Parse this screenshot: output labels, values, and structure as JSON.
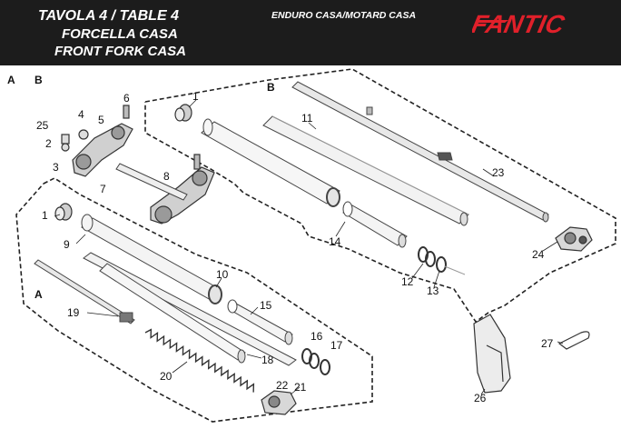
{
  "header": {
    "title_line1": "TAVOLA 4 / TABLE 4",
    "title_line2": "FORCELLA CASA",
    "title_line3": "FRONT FORK CASA",
    "subtitle": "ENDURO CASA/MOTARD CASA",
    "brand": "FANTIC",
    "brand_color": "#e0202a",
    "background_color": "#1c1c1c"
  },
  "sections": {
    "a_top": "A",
    "b_top": "B",
    "b_group": "B",
    "a_group": "A"
  },
  "parts": {
    "p1a": "1",
    "p1b": "1",
    "p2": "2",
    "p3": "3",
    "p4": "4",
    "p5": "5",
    "p6": "6",
    "p7": "7",
    "p8": "8",
    "p9": "9",
    "p10": "10",
    "p11": "11",
    "p12": "12",
    "p13": "13",
    "p14": "14",
    "p15": "15",
    "p16": "16",
    "p17": "17",
    "p18": "18",
    "p19": "19",
    "p20": "20",
    "p21": "21",
    "p22": "22",
    "p23": "23",
    "p24": "24",
    "p25": "25",
    "p26": "26",
    "p27": "27"
  }
}
